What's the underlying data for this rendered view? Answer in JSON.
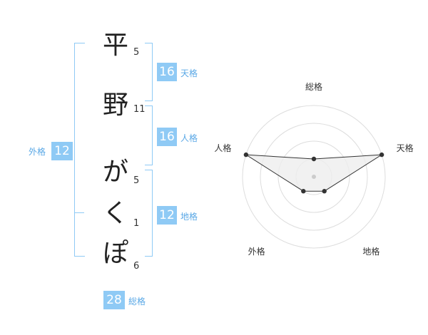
{
  "name": {
    "chars": [
      {
        "char": "平",
        "strokes": "5"
      },
      {
        "char": "野",
        "strokes": "11"
      },
      {
        "char": "が",
        "strokes": "5"
      },
      {
        "char": "く",
        "strokes": "1"
      },
      {
        "char": "ぽ",
        "strokes": "6"
      }
    ]
  },
  "fortunes": {
    "ten": {
      "value": "16",
      "label": "天格"
    },
    "jin": {
      "value": "16",
      "label": "人格"
    },
    "chi": {
      "value": "12",
      "label": "地格"
    },
    "gai": {
      "value": "12",
      "label": "外格"
    },
    "sou": {
      "value": "28",
      "label": "総格"
    }
  },
  "chart_data": {
    "type": "radar",
    "categories": [
      "総格",
      "天格",
      "地格",
      "外格",
      "人格"
    ],
    "values": [
      1,
      4,
      1,
      1,
      4
    ],
    "rmax": 4,
    "colors": {
      "fill": "#eeeeee",
      "line": "#333333",
      "grid": "#dddddd"
    }
  }
}
